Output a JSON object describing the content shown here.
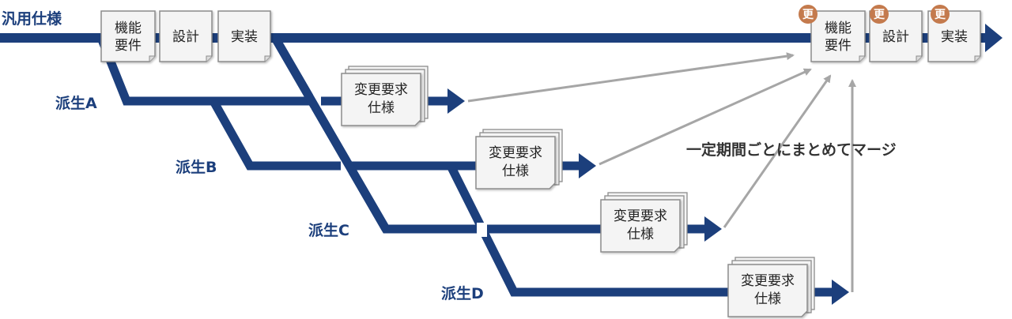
{
  "colors": {
    "branch": "#1c3f7c",
    "arrow": "#a6a6a6",
    "badge": "#c47a4d",
    "doc_fill": "#f4f4f4",
    "doc_stroke": "#8c8c8c"
  },
  "main_branch": {
    "label": "汎用仕様",
    "start_docs": [
      {
        "line1": "機能",
        "line2": "要件"
      },
      {
        "line1": "設計",
        "line2": ""
      },
      {
        "line1": "実装",
        "line2": ""
      }
    ],
    "end_docs": [
      {
        "line1": "機能",
        "line2": "要件",
        "badge": "更"
      },
      {
        "line1": "設計",
        "line2": "",
        "badge": "更"
      },
      {
        "line1": "実装",
        "line2": "",
        "badge": "更"
      }
    ]
  },
  "derived_branches": [
    {
      "label": "派生A",
      "doc": {
        "line1": "変更要求",
        "line2": "仕様"
      }
    },
    {
      "label": "派生B",
      "doc": {
        "line1": "変更要求",
        "line2": "仕様"
      }
    },
    {
      "label": "派生C",
      "doc": {
        "line1": "変更要求",
        "line2": "仕様"
      }
    },
    {
      "label": "派生D",
      "doc": {
        "line1": "変更要求",
        "line2": "仕様"
      }
    }
  ],
  "merge_note": "一定期間ごとにまとめてマージ"
}
